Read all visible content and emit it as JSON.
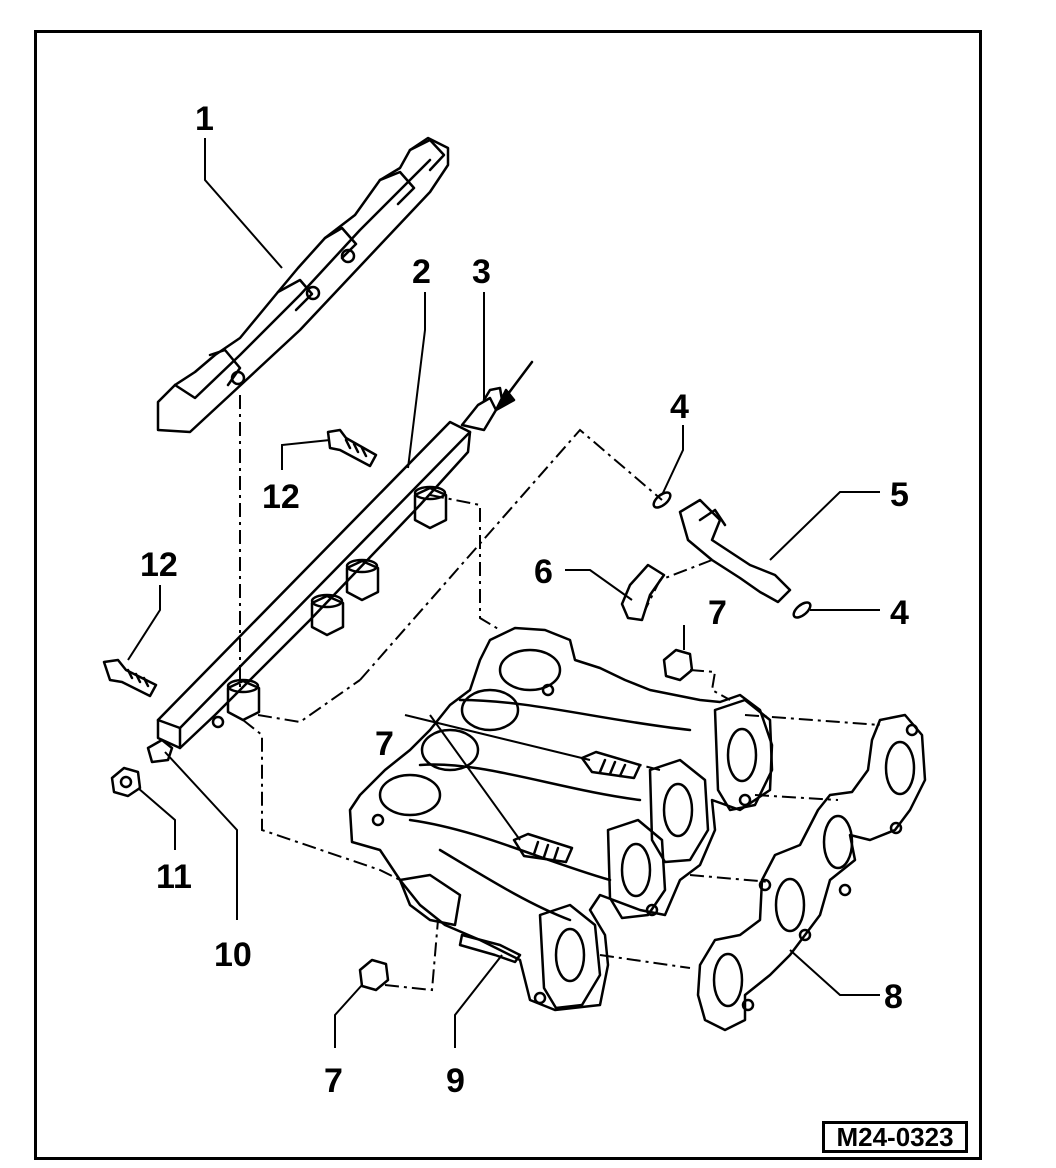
{
  "diagram": {
    "figure_id": "M24-0323",
    "callouts": {
      "c1": "1",
      "c2": "2",
      "c3": "3",
      "c4a": "4",
      "c4b": "4",
      "c5": "5",
      "c6": "6",
      "c7a": "7",
      "c7b": "7",
      "c7c": "7",
      "c8": "8",
      "c9": "9",
      "c10": "10",
      "c11": "11",
      "c12a": "12",
      "c12b": "12"
    },
    "colors": {
      "line": "#000000",
      "background": "#ffffff"
    }
  }
}
